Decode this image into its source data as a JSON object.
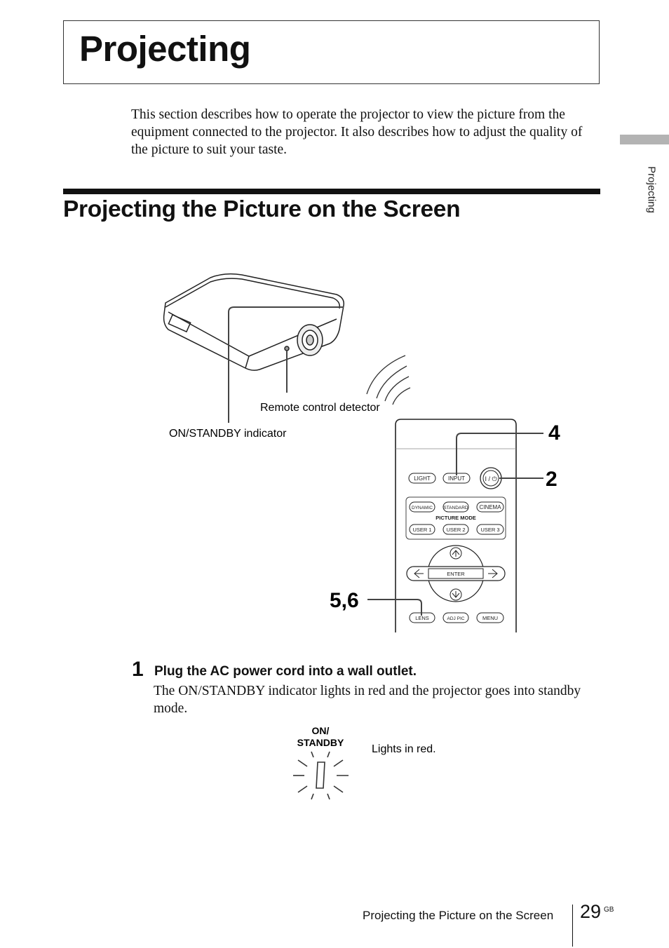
{
  "header": {
    "title": "Projecting"
  },
  "intro": "This section describes how to operate the projector to view the picture from the equipment connected to the projector. It also describes how to adjust the quality of the picture to suit your taste.",
  "section": {
    "title": "Projecting the Picture on the Screen"
  },
  "side_tab": {
    "label": "Projecting"
  },
  "figure": {
    "remote_detector_label": "Remote control detector",
    "indicator_label": "ON/STANDBY indicator",
    "callouts": {
      "input": "4",
      "power": "2",
      "lens": "5,6"
    },
    "remote": {
      "row1": [
        "LIGHT",
        "INPUT"
      ],
      "power_symbol": "I / ⏻",
      "row2": [
        "DYNAMIC",
        "STANDARD",
        "CINEMA"
      ],
      "picture_mode": "PICTURE MODE",
      "row3": [
        "USER 1",
        "USER 2",
        "USER 3"
      ],
      "enter": "ENTER",
      "row4": [
        "LENS",
        "ADJ PIC",
        "MENU"
      ]
    }
  },
  "step1": {
    "number": "1",
    "heading": "Plug the AC power cord into a wall outlet.",
    "body": "The ON/STANDBY indicator lights in red and the projector goes into standby mode.",
    "indicator_label_1": "ON/",
    "indicator_label_2": "STANDBY",
    "caption": "Lights in red."
  },
  "footer": {
    "section": "Projecting the Picture on the Screen",
    "page": "29",
    "suffix": "GB"
  }
}
